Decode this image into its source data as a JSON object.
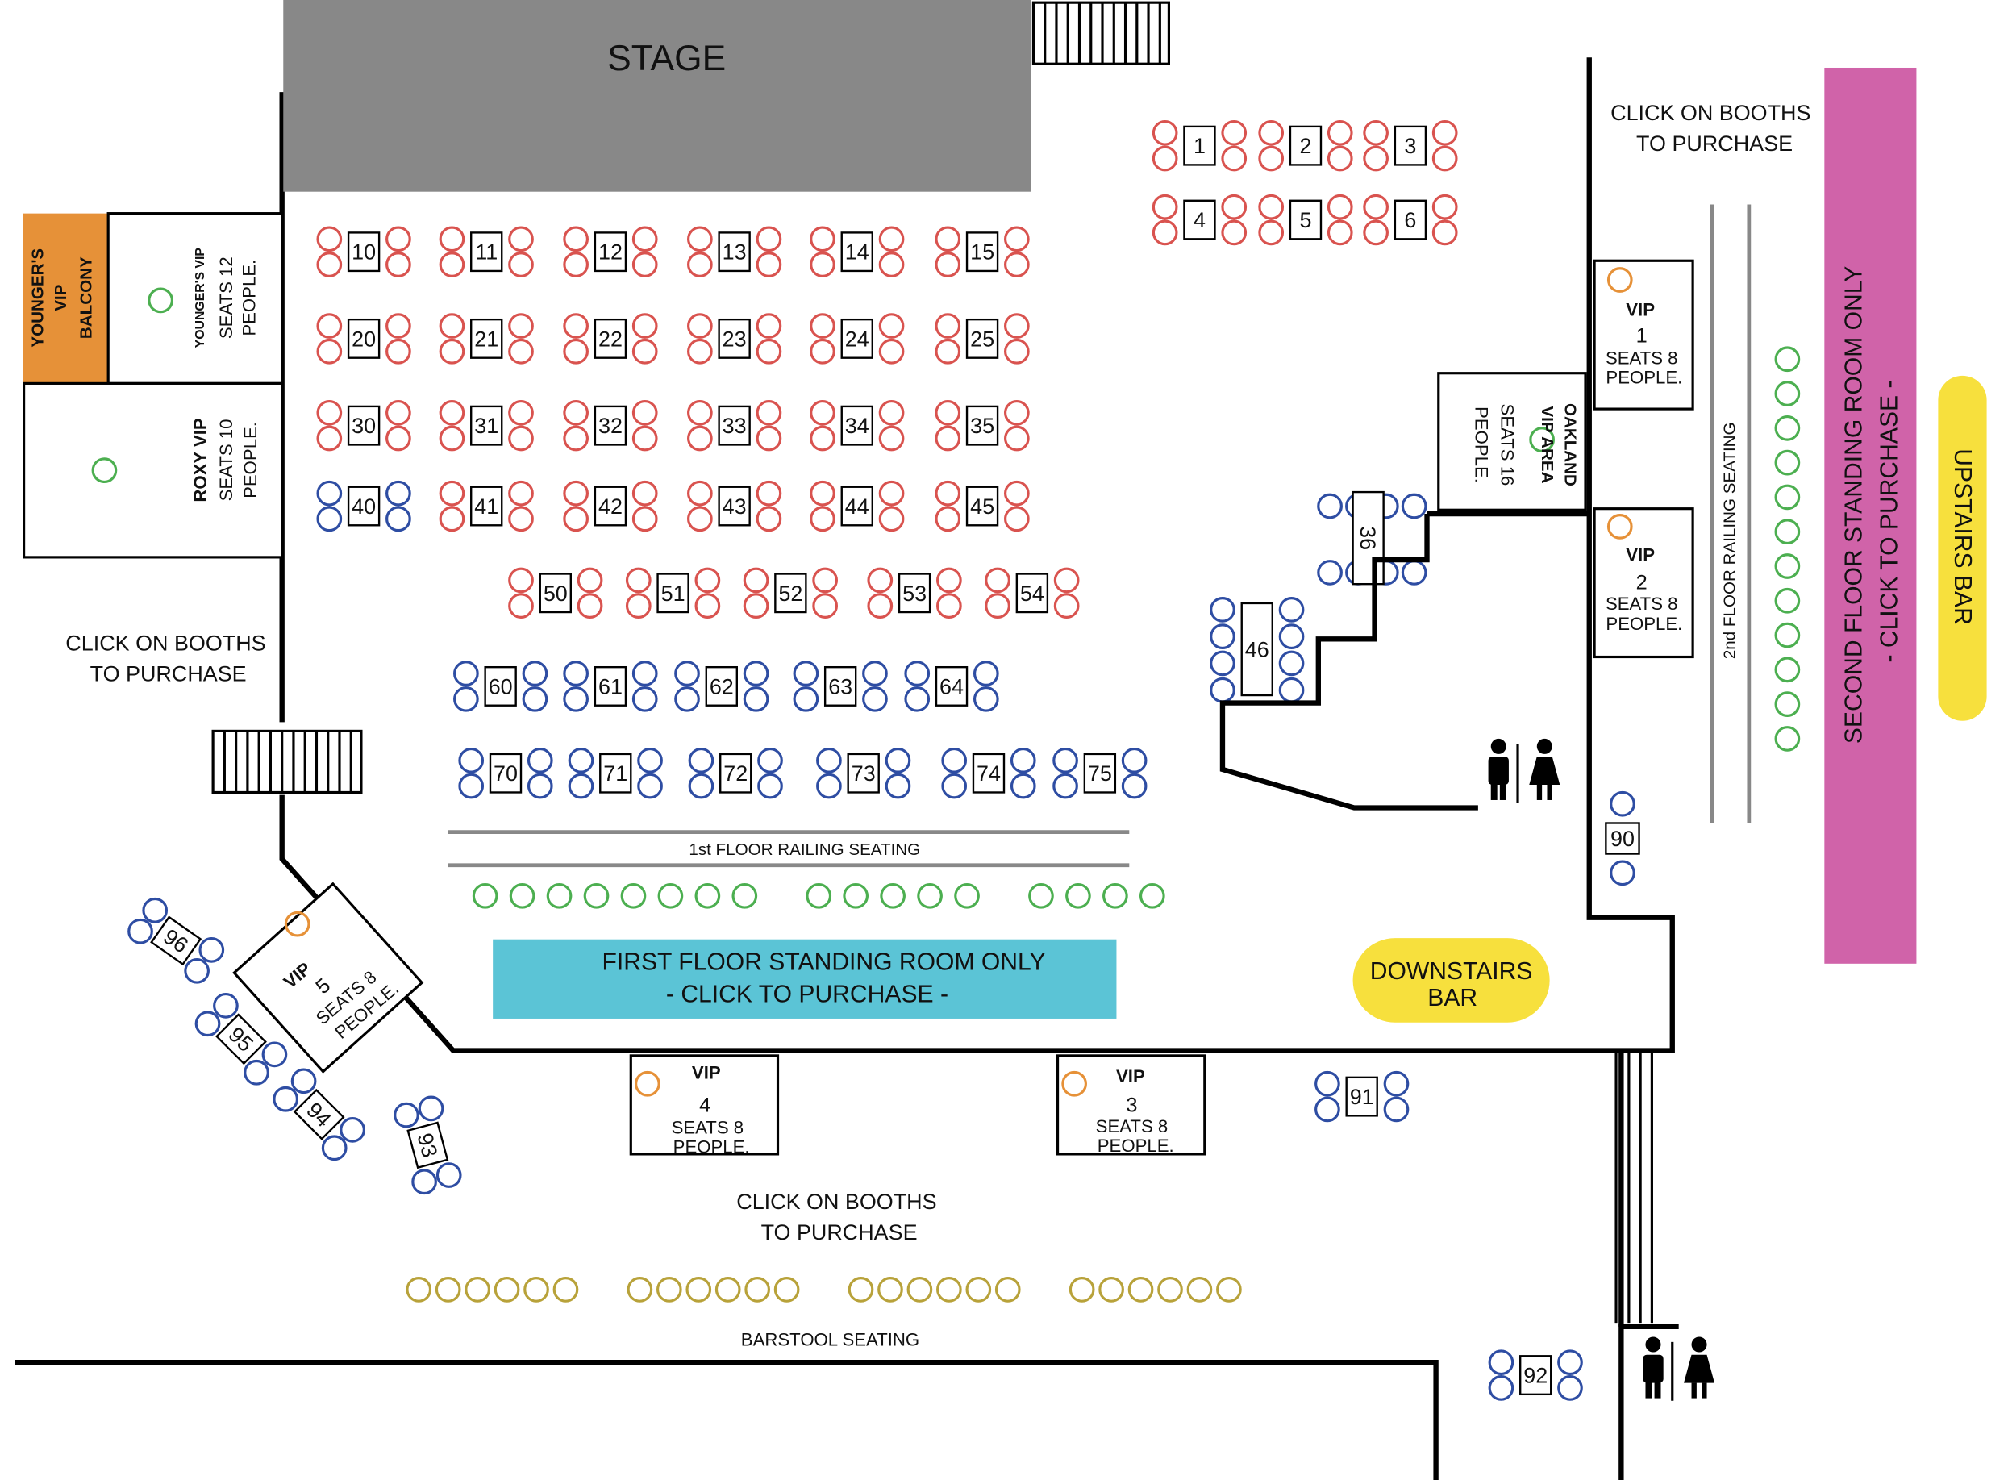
{
  "colors": {
    "stage": "#888888",
    "red_seat": "#d9534f",
    "blue_seat": "#2e4da3",
    "green_seat": "#4caf50",
    "orange_seat": "#e69138",
    "olive_seat": "#b8a23a",
    "balcony": "#e69138",
    "standing_first": "#5bc4d6",
    "standing_second": "#d063a9",
    "bar": "#f7e03d"
  },
  "stage": {
    "label": "STAGE"
  },
  "click_booths": {
    "line1": "CLICK ON BOOTHS",
    "line2": "TO PURCHASE"
  },
  "younger_balcony": {
    "l1": "YOUNGER'S",
    "l2": "VIP",
    "l3": "BALCONY"
  },
  "younger_vip": {
    "l1": "YOUNGER'S VIP",
    "l2": "SEATS 12",
    "l3": "PEOPLE."
  },
  "roxy_vip": {
    "l1": "ROXY VIP",
    "l2": "SEATS 10",
    "l3": "PEOPLE."
  },
  "oakland_vip": {
    "l1": "OAKLAND",
    "l2": "VIP AREA",
    "l3": "SEATS 16",
    "l4": "PEOPLE."
  },
  "vip_booths": [
    {
      "title": "VIP",
      "number": "1",
      "seats": "SEATS 8",
      "people": "PEOPLE."
    },
    {
      "title": "VIP",
      "number": "2",
      "seats": "SEATS 8",
      "people": "PEOPLE."
    },
    {
      "title": "VIP",
      "number": "3",
      "seats": "SEATS 8",
      "people": "PEOPLE."
    },
    {
      "title": "VIP",
      "number": "4",
      "seats": "SEATS 8",
      "people": "PEOPLE."
    },
    {
      "title": "VIP",
      "number": "5",
      "seats": "SEATS 8",
      "people": "PEOPLE."
    }
  ],
  "tables": {
    "t1": "1",
    "t2": "2",
    "t3": "3",
    "t4": "4",
    "t5": "5",
    "t6": "6",
    "t10": "10",
    "t11": "11",
    "t12": "12",
    "t13": "13",
    "t14": "14",
    "t15": "15",
    "t20": "20",
    "t21": "21",
    "t22": "22",
    "t23": "23",
    "t24": "24",
    "t25": "25",
    "t30": "30",
    "t31": "31",
    "t32": "32",
    "t33": "33",
    "t34": "34",
    "t35": "35",
    "t36": "36",
    "t40": "40",
    "t41": "41",
    "t42": "42",
    "t43": "43",
    "t44": "44",
    "t45": "45",
    "t46": "46",
    "t50": "50",
    "t51": "51",
    "t52": "52",
    "t53": "53",
    "t54": "54",
    "t60": "60",
    "t61": "61",
    "t62": "62",
    "t63": "63",
    "t64": "64",
    "t70": "70",
    "t71": "71",
    "t72": "72",
    "t73": "73",
    "t74": "74",
    "t75": "75",
    "t90": "90",
    "t91": "91",
    "t92": "92",
    "t93": "93",
    "t94": "94",
    "t95": "95",
    "t96": "96"
  },
  "first_floor_railing": {
    "label": "1st FLOOR RAILING SEATING"
  },
  "second_floor_railing": {
    "label": "2nd FLOOR RAILING SEATING"
  },
  "first_floor_standing": {
    "line1": "FIRST FLOOR STANDING ROOM ONLY",
    "line2": "- CLICK TO PURCHASE -"
  },
  "second_floor_standing": {
    "line1": "SECOND FLOOR STANDING ROOM ONLY",
    "line2": "- CLICK TO PURCHASE -"
  },
  "downstairs_bar": {
    "line1": "DOWNSTAIRS",
    "line2": "BAR"
  },
  "upstairs_bar": {
    "label": "UPSTAIRS BAR"
  },
  "barstool": {
    "label": "BARSTOOL SEATING"
  },
  "restroom_icons": [
    "restroom-icon"
  ]
}
